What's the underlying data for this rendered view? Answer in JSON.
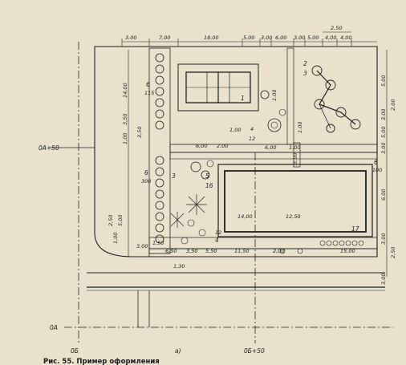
{
  "top_dims": [
    "3,00",
    "7,00",
    "18,00",
    "5,00",
    "3,00",
    "6,00",
    "3,00",
    "5,00",
    "4,00",
    "4,00"
  ],
  "top_dim_extra": "2,50",
  "right_dims": [
    "5,00",
    "2,00",
    "3,00",
    "5,00",
    "3,00",
    "6,00",
    "3,00",
    "3,00",
    "2,50"
  ],
  "left_dims": [
    "14,00",
    "3,50",
    "1,00",
    "3,50",
    "2,50",
    "5,00",
    "1,00"
  ],
  "inner_dims": {
    "walk_1": "1,00",
    "walk_2": "1,00",
    "strip_a": "6,00",
    "strip_b": "2,00",
    "strip_c": "6,00",
    "strip_d": "1,00",
    "d_12_a": "12",
    "d_4": "4",
    "pool_w1": "14,00",
    "pool_w2": "12,50",
    "b_6": "6,50",
    "b_5": "5,50",
    "b_115": "11,50",
    "b_2": "2,00",
    "b_15": "15,00",
    "b_35": "3,50",
    "b_1": "1,50",
    "b_130": "1,30",
    "b_3a": "3,00",
    "v_1": "1,00",
    "v_3": "3,00"
  },
  "labels": {
    "n1": "1",
    "n2": "2",
    "n3a": "3",
    "n3b": "3",
    "n5": "5",
    "n6a": "6",
    "n6b": "6",
    "n6c": "6",
    "n115": "115",
    "n300": "300",
    "n100": "100",
    "n16": "16",
    "n17": "17",
    "n4": "4",
    "n12": "12"
  },
  "axes": {
    "h1": "0А+50",
    "h2": "0А",
    "v1": "0Б",
    "v2": "0Б+50"
  },
  "panel_label": "а)",
  "caption": "Рис. 55. Пример оформления"
}
